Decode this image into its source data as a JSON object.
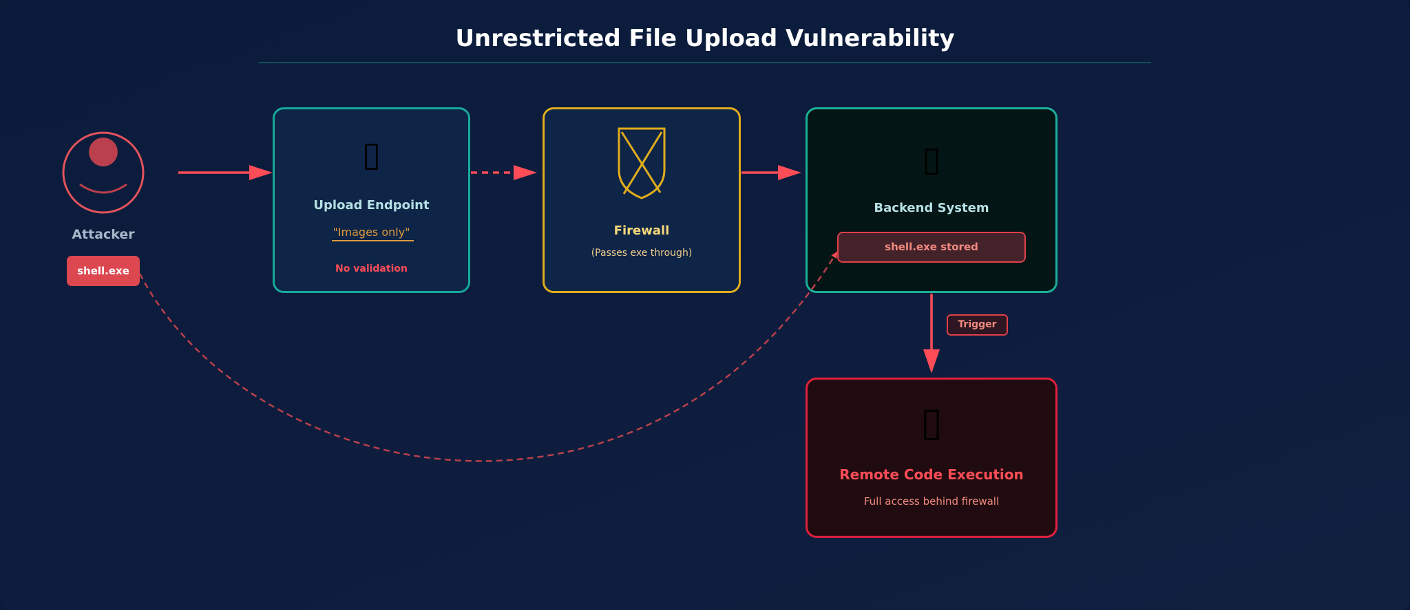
{
  "diagram": {
    "title": "Unrestricted File Upload Vulnerability",
    "attacker": {
      "label": "Attacker",
      "icon": "attacker-person-icon",
      "payload": "shell.exe"
    },
    "upload": {
      "icon": "upload-glyph-icon",
      "glyph": "▯",
      "title": "Upload Endpoint",
      "note": "\"Images only\"",
      "warning": "No validation"
    },
    "firewall": {
      "icon": "broken-shield-icon",
      "title": "Firewall",
      "note": "(Passes exe through)"
    },
    "backend": {
      "icon": "server-glyph-icon",
      "glyph": "▯",
      "title": "Backend System",
      "badge": "shell.exe stored"
    },
    "trigger_label": "Trigger",
    "rce": {
      "icon": "rce-glyph-icon",
      "glyph": "▯",
      "title": "Remote Code Execution",
      "note": "Full access behind firewall"
    },
    "colors": {
      "background": "#0b1b3b",
      "accent_red": "#ff4d57",
      "teal": "#16a99c",
      "gold": "#e1ad1c",
      "label_light": "#b5e0e4"
    }
  }
}
